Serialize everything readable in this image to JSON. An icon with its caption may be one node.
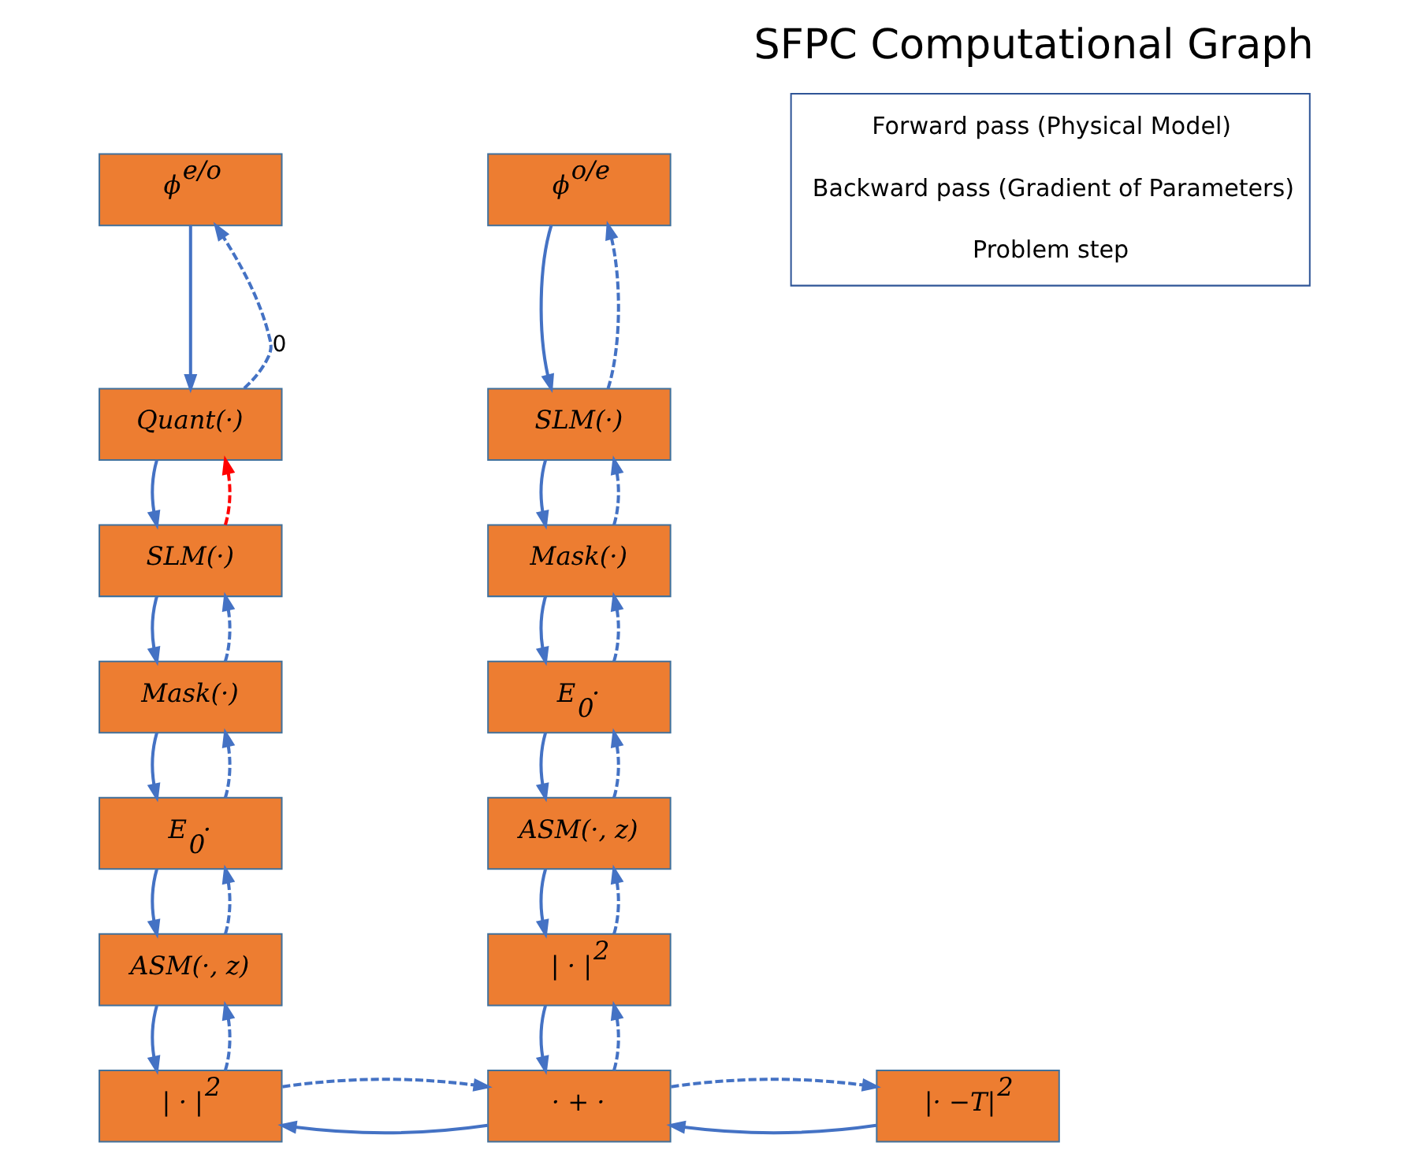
{
  "diagram": {
    "title": "SFPC Computational Graph",
    "nodes": [
      {
        "text": [
          "ϕ$^{e/o}$"
        ]
      },
      {
        "text": [
          "Quant(·)"
        ]
      },
      {
        "text": [
          "SLM(·)"
        ]
      },
      {
        "text": [
          "Mask(·)"
        ]
      },
      {
        "text": [
          "E$_{0}$·"
        ]
      },
      {
        "text": [
          "ASM(·, z)"
        ]
      },
      {
        "text": [
          "| · |$^{2}$"
        ]
      },
      {
        "text": [
          "ϕ$^{o/e}$"
        ]
      },
      {
        "text": [
          "SLM(·)"
        ]
      },
      {
        "text": [
          "Mask(·)"
        ]
      },
      {
        "text": [
          "E$_{0}$·"
        ]
      },
      {
        "text": [
          "ASM(·, z)"
        ]
      },
      {
        "text": [
          "| · |$^{2}$"
        ]
      },
      {
        "text": [
          "· + ·"
        ]
      },
      {
        "text": [
          "|· −T|$^{2}$"
        ]
      }
    ],
    "edges": [
      {
        "from": 0,
        "to": 1,
        "arrow": "to"
      },
      {
        "from": 1,
        "to": 0,
        "arrow": "to",
        "style": "dashed",
        "label": "0"
      },
      {
        "from": 1,
        "to": 2,
        "arrow": "to"
      },
      {
        "from": 2,
        "to": 1,
        "arrow": "to",
        "style": "dashed",
        "color": "#ff0000"
      },
      {
        "from": 2,
        "to": 3,
        "arrow": "to"
      },
      {
        "from": 3,
        "to": 2,
        "arrow": "to",
        "style": "dashed"
      },
      {
        "from": 3,
        "to": 4,
        "arrow": "to"
      },
      {
        "from": 4,
        "to": 3,
        "arrow": "to",
        "style": "dashed"
      },
      {
        "from": 4,
        "to": 5,
        "arrow": "to"
      },
      {
        "from": 5,
        "to": 4,
        "arrow": "to",
        "style": "dashed"
      },
      {
        "from": 5,
        "to": 6,
        "arrow": "to"
      },
      {
        "from": 6,
        "to": 5,
        "arrow": "to",
        "style": "dashed"
      },
      {
        "from": 13,
        "to": 6,
        "arrow": "to"
      },
      {
        "from": 6,
        "to": 13,
        "arrow": "to",
        "style": "dashed"
      },
      {
        "from": 7,
        "to": 8,
        "arrow": "to"
      },
      {
        "from": 8,
        "to": 7,
        "arrow": "to",
        "style": "dashed"
      },
      {
        "from": 8,
        "to": 9,
        "arrow": "to"
      },
      {
        "from": 9,
        "to": 8,
        "arrow": "to",
        "style": "dashed"
      },
      {
        "from": 9,
        "to": 10,
        "arrow": "to"
      },
      {
        "from": 10,
        "to": 9,
        "arrow": "to",
        "style": "dashed"
      },
      {
        "from": 10,
        "to": 11,
        "arrow": "to"
      },
      {
        "from": 11,
        "to": 10,
        "arrow": "to",
        "style": "dashed"
      },
      {
        "from": 11,
        "to": 12,
        "arrow": "to"
      },
      {
        "from": 12,
        "to": 11,
        "arrow": "to",
        "style": "dashed"
      },
      {
        "from": 12,
        "to": 13,
        "arrow": "to"
      },
      {
        "from": 13,
        "to": 12,
        "arrow": "to",
        "style": "dashed"
      },
      {
        "from": 14,
        "to": 13,
        "arrow": "to"
      },
      {
        "from": 13,
        "to": 14,
        "arrow": "to",
        "style": "dashed"
      }
    ],
    "legend": [
      {
        "text": "Forward pass (Physical Model)"
      },
      {
        "text": "Backward pass (Gradient of Parameters)"
      },
      {
        "text": "Problem step"
      }
    ]
  }
}
